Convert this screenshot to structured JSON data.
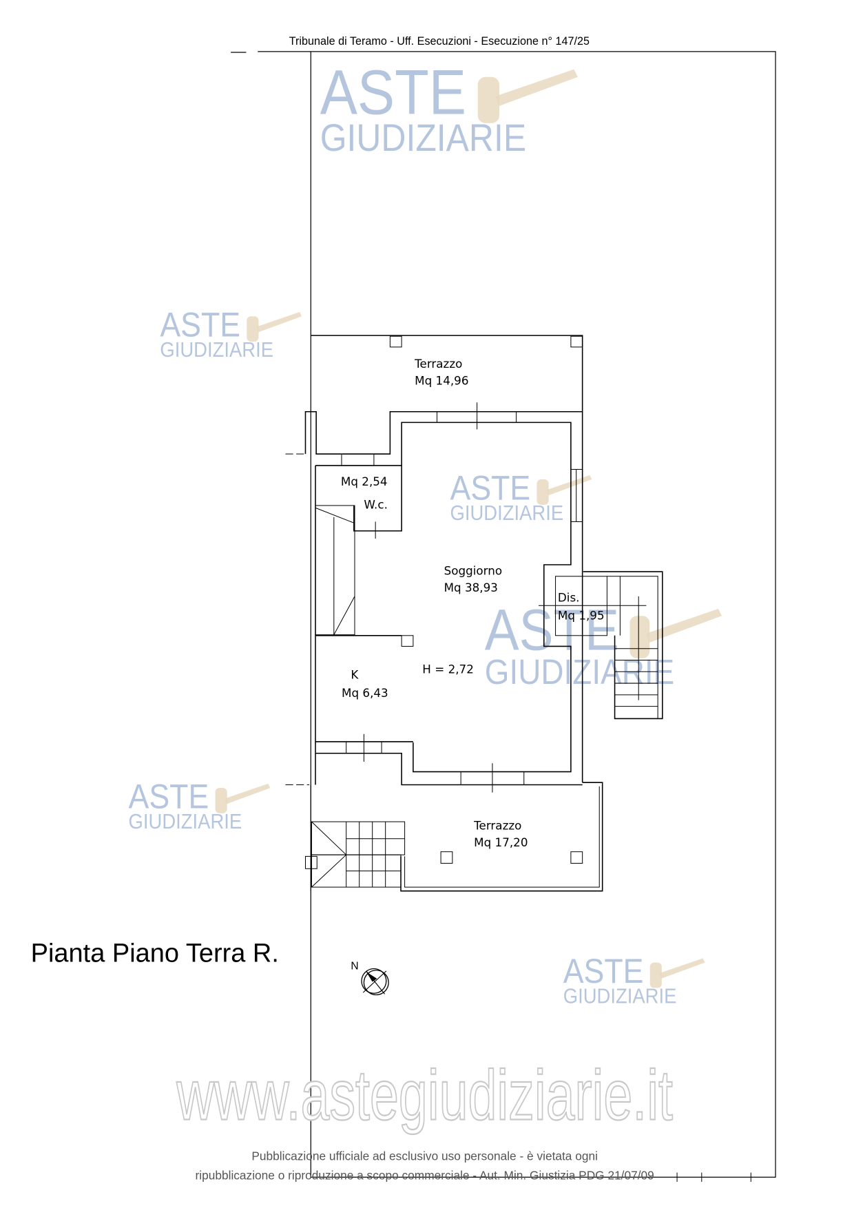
{
  "header": {
    "title": "Tribunale di Teramo - Uff. Esecuzioni - Esecuzione n° 147/25"
  },
  "watermark": {
    "line1": "ASTE",
    "line2": "GIUDIZIARIE",
    "url": "www.astegiudiziarie.it",
    "color": "#a9bcd9"
  },
  "plan": {
    "title": "Pianta Piano Terra R.",
    "height_label": "H = 2,72",
    "north_label": "N",
    "rooms": [
      {
        "name": "Terrazzo",
        "area": "Mq 14,96"
      },
      {
        "name": "W.c.",
        "area": "Mq 2,54"
      },
      {
        "name": "Soggiorno",
        "area": "Mq 38,93"
      },
      {
        "name": "Dis.",
        "area": "Mq 1,95"
      },
      {
        "name": "K",
        "area": "Mq 6,43"
      },
      {
        "name": "Terrazzo",
        "area": "Mq 17,20"
      }
    ]
  },
  "footer": {
    "line1": "Pubblicazione ufficiale ad esclusivo uso personale - è vietata ogni",
    "line2": "ripubblicazione o riproduzione a scopo commerciale - Aut. Min. Giustizia PDG 21/07/09"
  }
}
